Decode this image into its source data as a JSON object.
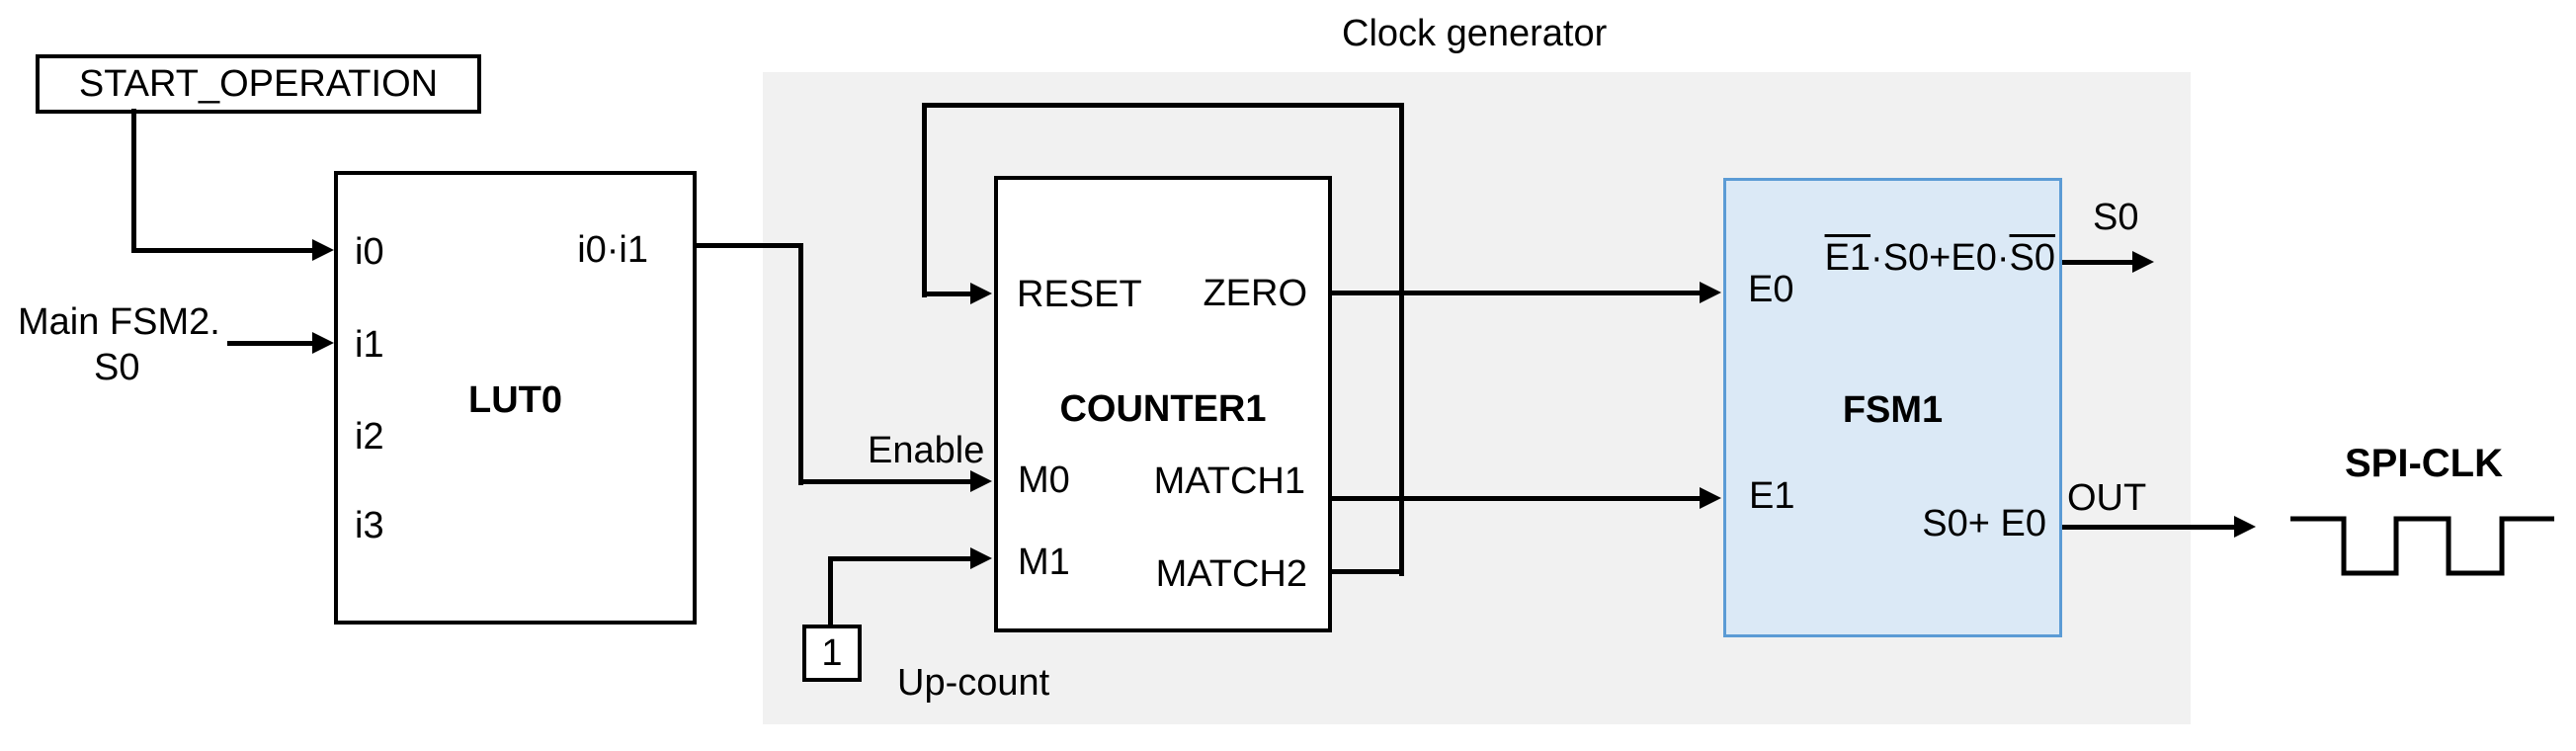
{
  "title": "Clock generator",
  "colors": {
    "canvas_bg": "#ffffff",
    "region_bg": "#f1f1f1",
    "fsm_fill": "#dbe9f6",
    "fsm_border": "#5b9bd5",
    "line": "#000000"
  },
  "start_box": {
    "label": "START_OPERATION"
  },
  "lut0": {
    "name": "LUT0",
    "inputs": [
      "i0",
      "i1",
      "i2",
      "i3"
    ],
    "output": "i0·i1"
  },
  "counter1": {
    "name": "COUNTER1",
    "left_ports": [
      "RESET",
      "M0",
      "M1"
    ],
    "right_ports": [
      "ZERO",
      "MATCH1",
      "MATCH2"
    ]
  },
  "fsm1": {
    "name": "FSM1",
    "inputs": [
      "E0",
      "E1"
    ],
    "s0_expression_segments": [
      {
        "t": "E1",
        "over": true
      },
      {
        "t": "·S0+E0·",
        "over": false
      },
      {
        "t": "S0",
        "over": true
      }
    ],
    "out_expression": "S0+ E0"
  },
  "const_one": {
    "label": "1"
  },
  "labels": {
    "main_fsm2_line1": "Main FSM2.",
    "main_fsm2_line2": "S0",
    "enable": "Enable",
    "up_count": "Up-count",
    "s0_output": "S0",
    "out": "OUT",
    "spi_clk": "SPI-CLK"
  }
}
